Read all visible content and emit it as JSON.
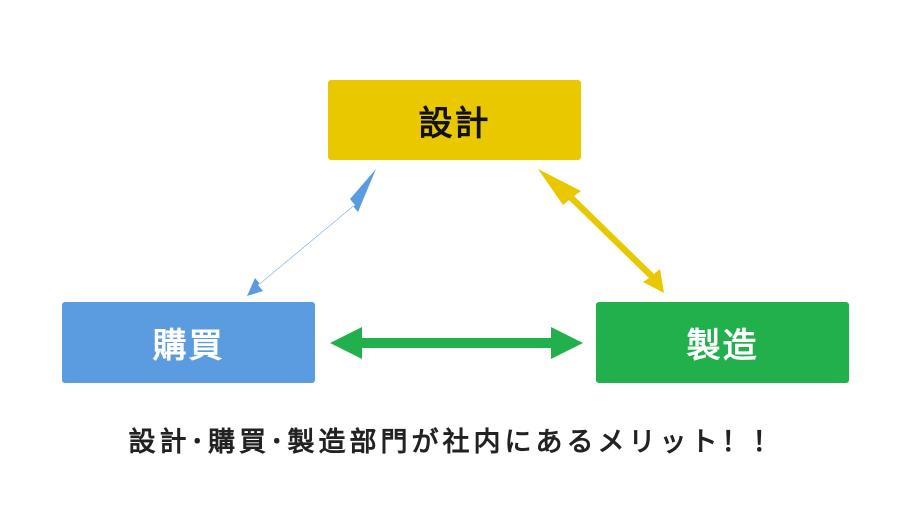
{
  "nodes": {
    "design": {
      "label": "設計",
      "color": "#e9c800"
    },
    "purchase": {
      "label": "購買",
      "color": "#5b9be0"
    },
    "manufacturing": {
      "label": "製造",
      "color": "#22b04d"
    }
  },
  "arrows": {
    "design_purchase": {
      "color": "#5b9be0"
    },
    "design_manufacturing": {
      "color": "#e9c800"
    },
    "purchase_manufacturing": {
      "color": "#22b04d"
    }
  },
  "caption": "設計･購買･製造部門が社内にあるメリット！！"
}
